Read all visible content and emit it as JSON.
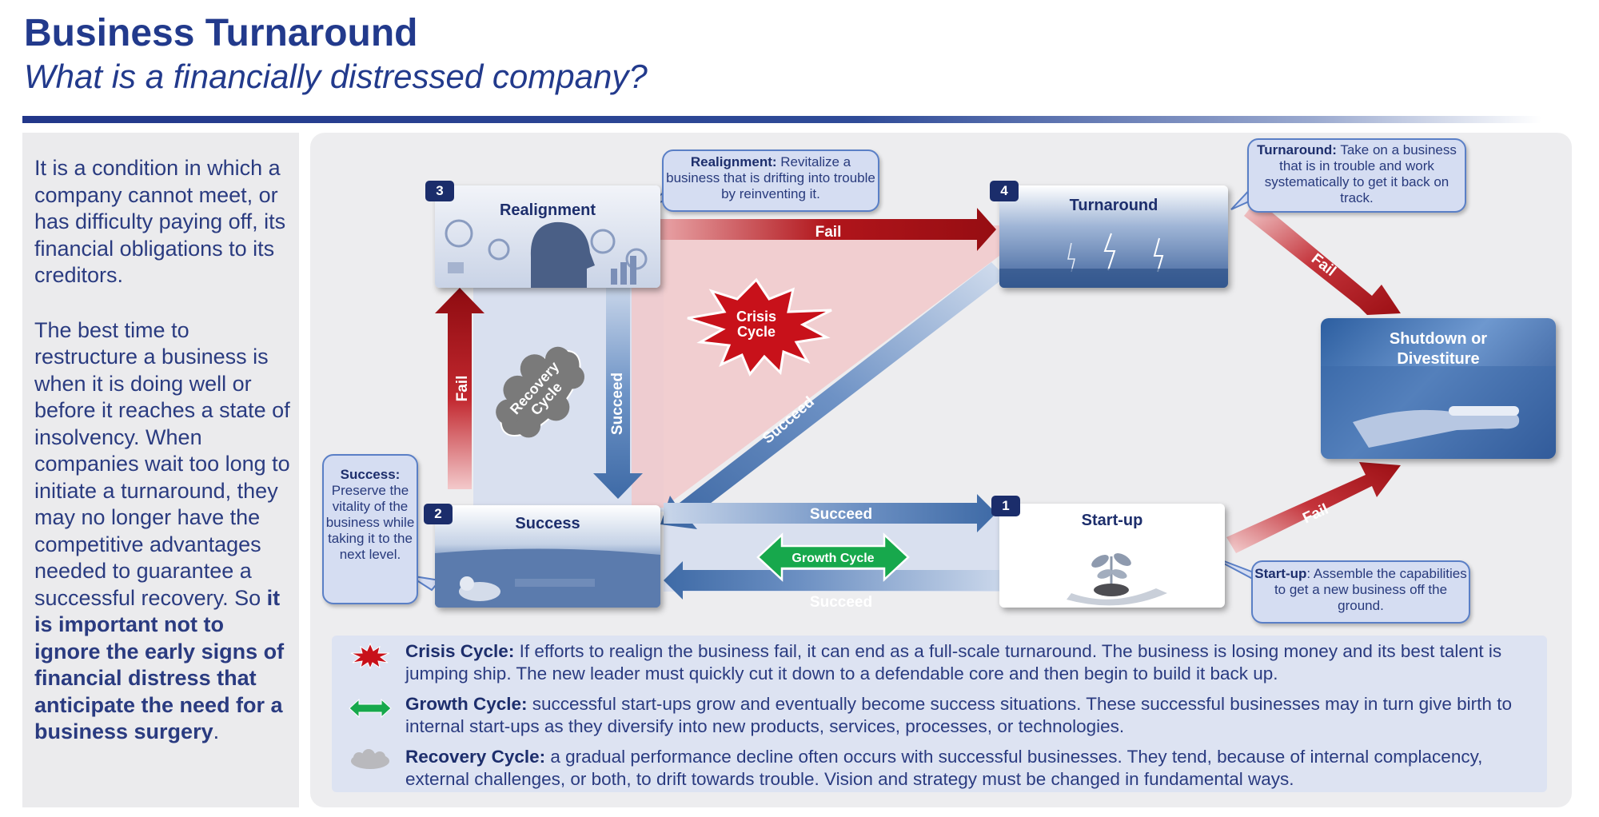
{
  "header": {
    "title": "Business Turnaround",
    "subtitle": "What is a financially distressed company?"
  },
  "left_panel": {
    "para1": "It is a condition in which a company cannot meet, or has difficulty paying off, its financial obligations to its creditors.",
    "para2_normal": "The best time to restructure a business is when it is doing well or before it reaches a state of insolvency. When companies wait too long to initiate a turnaround, they may no longer have the competitive advantages needed to guarantee a successful recovery. So ",
    "para2_bold": "it is important not to ignore the early signs of financial distress that anticipate the need for a business surgery",
    "para2_end": "."
  },
  "stages": {
    "realignment": {
      "number": "3",
      "title": "Realignment"
    },
    "turnaround": {
      "number": "4",
      "title": "Turnaround"
    },
    "success": {
      "number": "2",
      "title": "Success"
    },
    "startup": {
      "number": "1",
      "title": "Start-up"
    },
    "shutdown": {
      "title_line1": "Shutdown or",
      "title_line2": "Divestiture"
    }
  },
  "callouts": {
    "realignment": {
      "bold": "Realignment:",
      "text": " Revitalize a business that is drifting into trouble by reinventing it."
    },
    "turnaround": {
      "bold": "Turnaround:",
      "text": " Take on a business that is in trouble and work systematically to get it back on track."
    },
    "success": {
      "bold": "Success:",
      "text": "Preserve the vitality of the business while taking it to the next level."
    },
    "startup": {
      "bold": "Start-up",
      "text": ": Assemble the capabilities to get a new business off the ground."
    }
  },
  "arrows": {
    "fail": "Fail",
    "succeed": "Succeed"
  },
  "cycles": {
    "crisis_line1": "Crisis",
    "crisis_line2": "Cycle",
    "recovery_line1": "Recovery",
    "recovery_line2": "Cycle",
    "growth": "Growth Cycle"
  },
  "legend": {
    "crisis": {
      "bold": "Crisis Cycle:",
      "text": " If efforts to realign the business fail, it can end as a full-scale turnaround. The business is losing money and its best talent is jumping ship. The new leader must quickly cut it down to a defendable core and then begin to build it back up."
    },
    "growth": {
      "bold": "Growth Cycle:",
      "text": " successful start-ups grow and eventually become success situations. These successful businesses may in turn give birth to internal start-ups as they diversify into new products, services, processes, or technologies."
    },
    "recovery": {
      "bold": "Recovery Cycle:",
      "text": " a gradual performance decline often occurs with successful businesses. They tend, because of internal complacency, external challenges, or both, to drift towards trouble. Vision and strategy must be changed in fundamental ways."
    }
  },
  "colors": {
    "navy": "#1d2e6c",
    "fail_red": "#a00d12",
    "succeed_blue": "#3e6aa6",
    "growth_green": "#16a84a"
  }
}
